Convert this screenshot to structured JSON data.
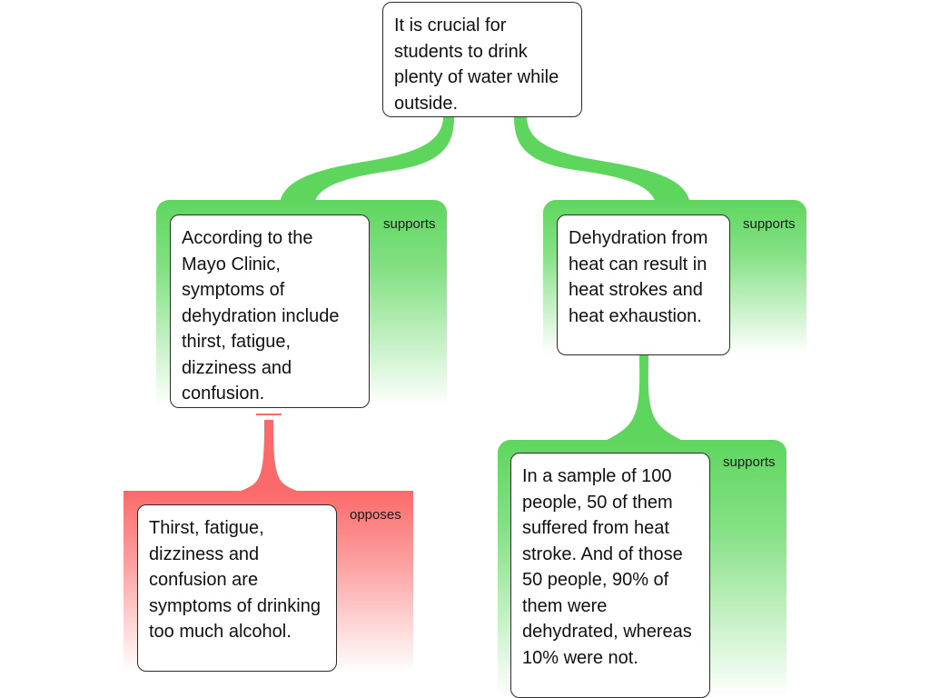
{
  "diagram": {
    "claim": {
      "text": "It is crucial for students to drink plenty of water while outside."
    },
    "reasons": [
      {
        "relation": "supports",
        "text": "According to the Mayo Clinic, symptoms of dehydration include thirst, fatigue, dizziness and confusion."
      },
      {
        "relation": "supports",
        "text": "Dehydration from heat can result in heat strokes and heat exhaustion."
      }
    ],
    "objection": {
      "relation": "opposes",
      "text": "Thirst, fatigue, dizziness and confusion are symptoms of drinking too much alcohol."
    },
    "evidence": {
      "relation": "supports",
      "text": "In a sample of 100 people, 50 of them suffered from heat stroke. And of those 50 people, 90% of them were dehydrated, whereas 10% were not."
    }
  },
  "colors": {
    "supports": "#5ed65e",
    "opposes": "#fb6a6a",
    "node_border": "#2b2b2b",
    "node_fill": "#ffffff"
  }
}
